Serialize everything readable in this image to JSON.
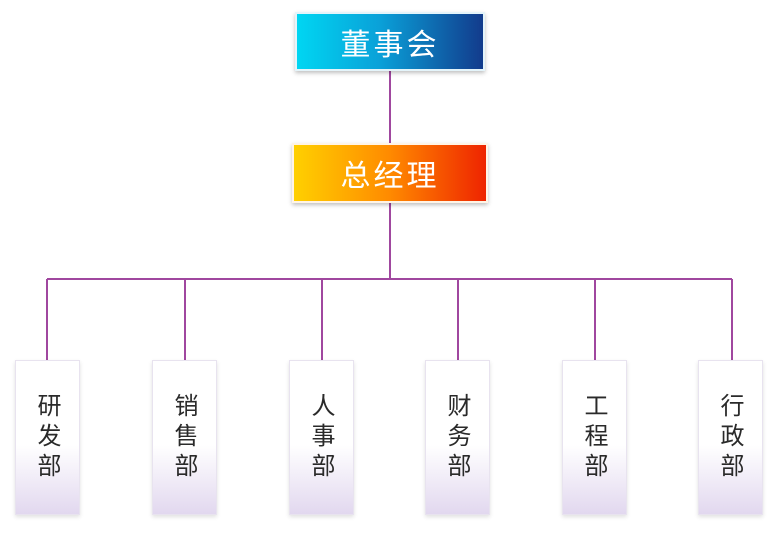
{
  "colors": {
    "connector": "#a0479f"
  },
  "nodes": {
    "board": "董事会",
    "general_manager": "总经理"
  },
  "departments": [
    "研发部",
    "销售部",
    "人事部",
    "财务部",
    "工程部",
    "行政部"
  ]
}
